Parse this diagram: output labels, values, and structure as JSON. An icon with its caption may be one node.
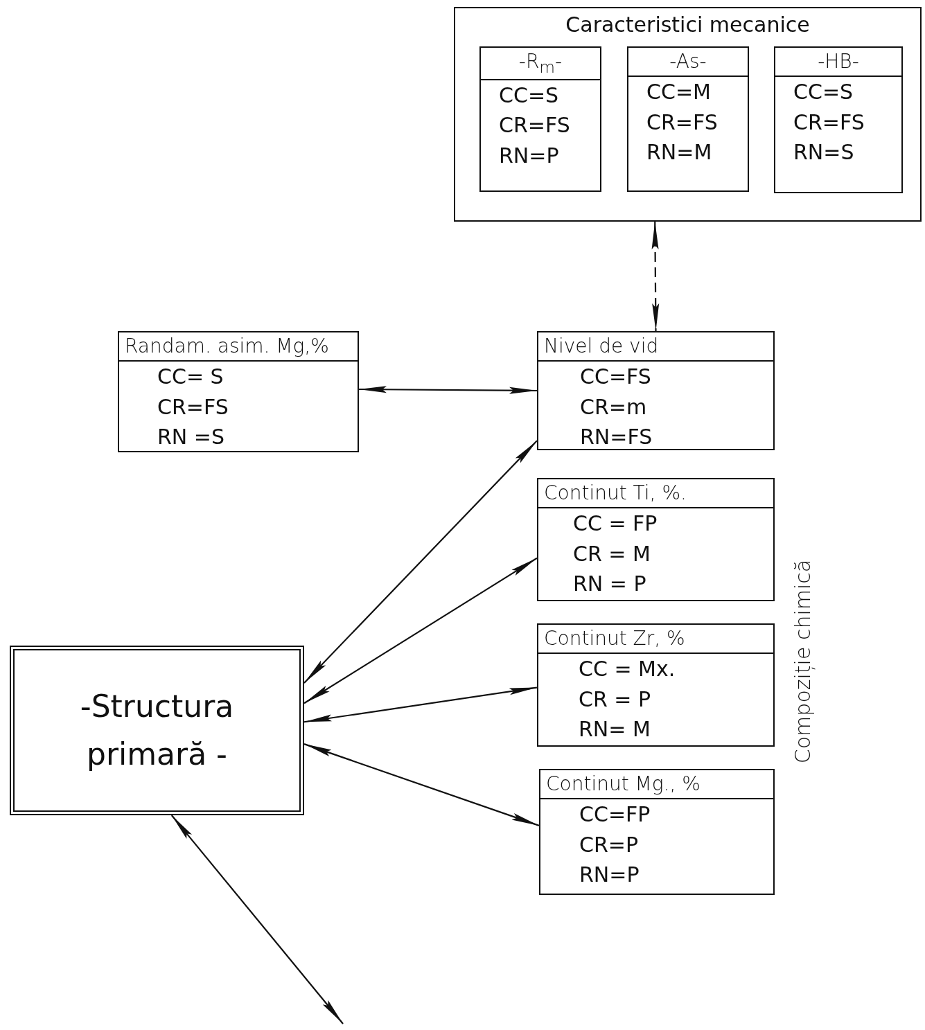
{
  "diagram": {
    "nodes": [
      {
        "text": [
          "Caracteristici mecanice"
        ]
      },
      {
        "text": [
          "-R$_{m}$-",
          "CC=S",
          "CR=FS",
          "RN=P"
        ],
        "in": 0
      },
      {
        "text": [
          "-As-",
          "CC=M",
          "CR=FS",
          "RN=M"
        ],
        "in": 0
      },
      {
        "text": [
          "-HB-",
          "CC=S",
          "CR=FS",
          "RN=S"
        ],
        "in": 0
      },
      {
        "text": [
          "Randam. asim. Mg,%",
          "CC= S",
          "CR=FS",
          "RN =S"
        ]
      },
      {
        "text": [
          "Nivel de vid",
          "CC=FS",
          "CR=m",
          "RN=FS"
        ]
      },
      {
        "text": [
          "Continut Ti, %.",
          "CC = FP",
          "CR = M",
          "RN = P"
        ]
      },
      {
        "text": [
          "Continut Zr, %",
          "CC = Mx.",
          "CR = P",
          "RN= M"
        ]
      },
      {
        "text": [
          "Continut Mg., %",
          "CC=FP",
          "CR=P",
          "RN=P"
        ]
      },
      {
        "text": [
          "-Structura primară -"
        ]
      }
    ],
    "edges": [
      {
        "from": 0,
        "to": 5,
        "arrow": "both",
        "style": "dashed"
      },
      {
        "from": 4,
        "to": 5,
        "arrow": "both"
      },
      {
        "from": 9,
        "to": 5,
        "arrow": "both"
      },
      {
        "from": 9,
        "to": 6,
        "arrow": "both"
      },
      {
        "from": 9,
        "to": 7,
        "arrow": "both"
      },
      {
        "from": 9,
        "to": 8,
        "arrow": "both"
      },
      {
        "from": 9,
        "to": null,
        "arrow": "both"
      }
    ],
    "labels": [
      "Compoziție chimică"
    ]
  }
}
